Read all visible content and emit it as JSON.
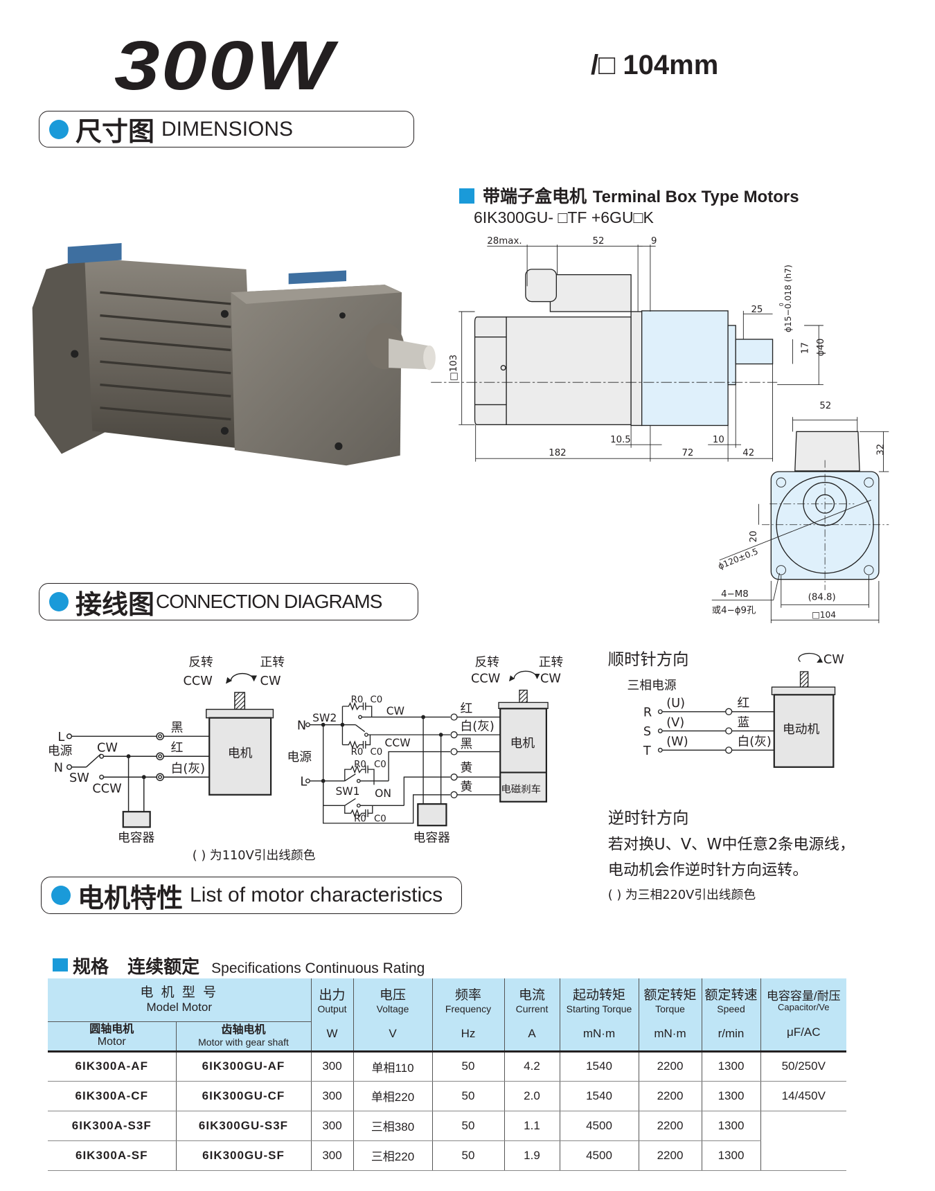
{
  "header": {
    "power": "300W",
    "frame_size": "/□ 104mm"
  },
  "sections": {
    "dimensions": {
      "zh": "尺寸图",
      "en": "DIMENSIONS"
    },
    "connection": {
      "zh": "接线图",
      "en": "CONNECTION DIAGRAMS"
    },
    "characteristics": {
      "zh": "电机特性",
      "en": "List of motor characteristics"
    }
  },
  "terminal_box": {
    "title_zh": "带端子盒电机",
    "title_en": "Terminal Box Type Motors",
    "model": "6IK300GU- □TF +6GU□K"
  },
  "dims": {
    "d28": "28max.",
    "d52": "52",
    "d9": "9",
    "d103": "□103",
    "d25": "25",
    "d15": "ϕ15−0.018 (h7)",
    "d15_upper": "0",
    "d17": "17",
    "d40": "ϕ40",
    "d10_5": "10.5",
    "d182": "182",
    "d72": "72",
    "d10": "10",
    "d42": "42",
    "f52": "52",
    "f32": "32",
    "f20": "20",
    "f120": "ϕ120±0.5",
    "m8": "4−M8",
    "hole": "或4−ϕ9孔",
    "f848": "(84.8)",
    "f104": "□104"
  },
  "diagram1": {
    "rev": "反转",
    "fwd": "正转",
    "ccw": "CCW",
    "cw": "CW",
    "L": "L",
    "N": "N",
    "power": "电源",
    "sw": "SW",
    "sw_cw": "CW",
    "sw_ccw": "CCW",
    "black": "黑",
    "red": "红",
    "white": "白(灰)",
    "motor": "电机",
    "capacitor": "电容器",
    "note": "( ) 为110V引出线颜色"
  },
  "diagram2": {
    "rev": "反转",
    "fwd": "正转",
    "ccw": "CCW",
    "cw": "CW",
    "N": "N",
    "L": "L",
    "power": "电源",
    "sw2": "SW2",
    "sw1": "SW1",
    "on": "ON",
    "r0": "R0",
    "c0": "C0",
    "cw_label": "CW",
    "ccw_label": "CCW",
    "red": "红",
    "white": "白(灰)",
    "black": "黑",
    "yellow1": "黄",
    "yellow2": "黄",
    "motor": "电机",
    "brake": "电磁刹车",
    "capacitor": "电容器"
  },
  "three_phase": {
    "cw_title": "顺时针方向",
    "cw": "CW",
    "source": "三相电源",
    "R": "R",
    "S": "S",
    "T": "T",
    "U": "(U)",
    "V": "(V)",
    "W": "(W)",
    "red": "红",
    "blue": "蓝",
    "white": "白(灰)",
    "motor": "电动机",
    "ccw_title": "逆时针方向",
    "text1": "若对换U、V、W中任意2条电源线，",
    "text2": "电动机会作逆时针方向运转。",
    "note": "( ) 为三相220V引出线颜色"
  },
  "spec": {
    "title_zh1": "规格",
    "title_zh2": "连续额定",
    "title_en": "Specifications  Continuous Rating"
  },
  "table": {
    "model_zh": "电 机 型 号",
    "model_en": "Model Motor",
    "round_zh": "圆轴电机",
    "round_en": "Motor",
    "gear_zh": "齿轴电机",
    "gear_en": "Motor with gear shaft",
    "columns": [
      {
        "zh": "出力",
        "en": "Output",
        "unit": "W"
      },
      {
        "zh": "电压",
        "en": "Voltage",
        "unit": "V"
      },
      {
        "zh": "频率",
        "en": "Frequency",
        "unit": "Hz"
      },
      {
        "zh": "电流",
        "en": "Current",
        "unit": "A"
      },
      {
        "zh": "起动转矩",
        "en": "Starting Torque",
        "unit": "mN·m"
      },
      {
        "zh": "额定转矩",
        "en": "Torque",
        "unit": "mN·m"
      },
      {
        "zh": "额定转速",
        "en": "Speed",
        "unit": "r/min"
      },
      {
        "zh": "电容容量/耐压",
        "en": "Capacitor/Ve",
        "unit": "μF/AC"
      }
    ],
    "rows": [
      [
        "6IK300A-AF",
        "6IK300GU-AF",
        "300",
        "单相110",
        "50",
        "4.2",
        "1540",
        "2200",
        "1300",
        "50/250V"
      ],
      [
        "6IK300A-CF",
        "6IK300GU-CF",
        "300",
        "单相220",
        "50",
        "2.0",
        "1540",
        "2200",
        "1300",
        "14/450V"
      ],
      [
        "6IK300A-S3F",
        "6IK300GU-S3F",
        "300",
        "三相380",
        "50",
        "1.1",
        "4500",
        "2200",
        "1300",
        ""
      ],
      [
        "6IK300A-SF",
        "6IK300GU-SF",
        "300",
        "三相220",
        "50",
        "1.9",
        "4500",
        "2200",
        "1300",
        ""
      ]
    ]
  }
}
